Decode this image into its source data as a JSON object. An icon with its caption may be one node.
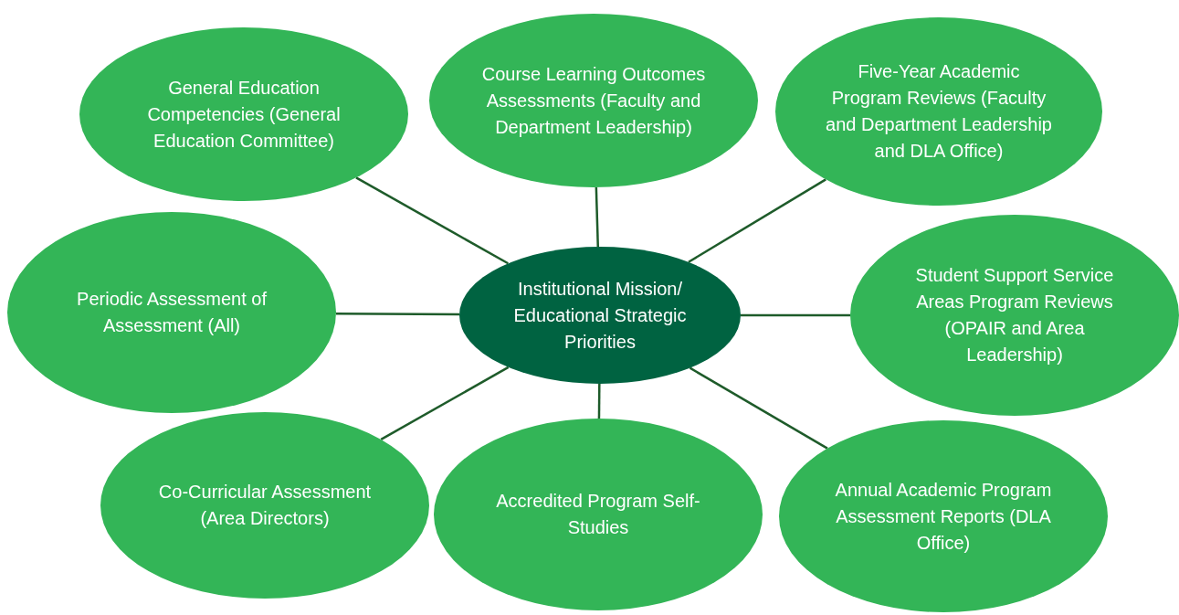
{
  "diagram": {
    "nodes": [
      {
        "text": [
          "Institutional Mission/ Educational Strategic Priorities"
        ]
      },
      {
        "text": [
          "General Education Competencies (General Education Committee)"
        ]
      },
      {
        "text": [
          "Course Learning Outcomes Assessments (Faculty and Department Leadership)"
        ]
      },
      {
        "text": [
          "Five-Year Academic Program Reviews (Faculty and Department Leadership and DLA Office)"
        ]
      },
      {
        "text": [
          "Periodic Assessment of Assessment (All)"
        ]
      },
      {
        "text": [
          "Student Support Service Areas Program Reviews (OPAIR and Area Leadership)"
        ]
      },
      {
        "text": [
          "Co-Curricular Assessment (Area Directors)"
        ]
      },
      {
        "text": [
          "Accredited Program Self-Studies"
        ]
      },
      {
        "text": [
          "Annual Academic Program Assessment Reports (DLA Office)"
        ]
      }
    ],
    "edges": [
      {
        "from": 0,
        "to": 1,
        "arrow": "none"
      },
      {
        "from": 0,
        "to": 2,
        "arrow": "none"
      },
      {
        "from": 0,
        "to": 3,
        "arrow": "none"
      },
      {
        "from": 0,
        "to": 4,
        "arrow": "none"
      },
      {
        "from": 0,
        "to": 5,
        "arrow": "none"
      },
      {
        "from": 0,
        "to": 6,
        "arrow": "none"
      },
      {
        "from": 0,
        "to": 7,
        "arrow": "none"
      },
      {
        "from": 0,
        "to": 8,
        "arrow": "none"
      }
    ]
  }
}
